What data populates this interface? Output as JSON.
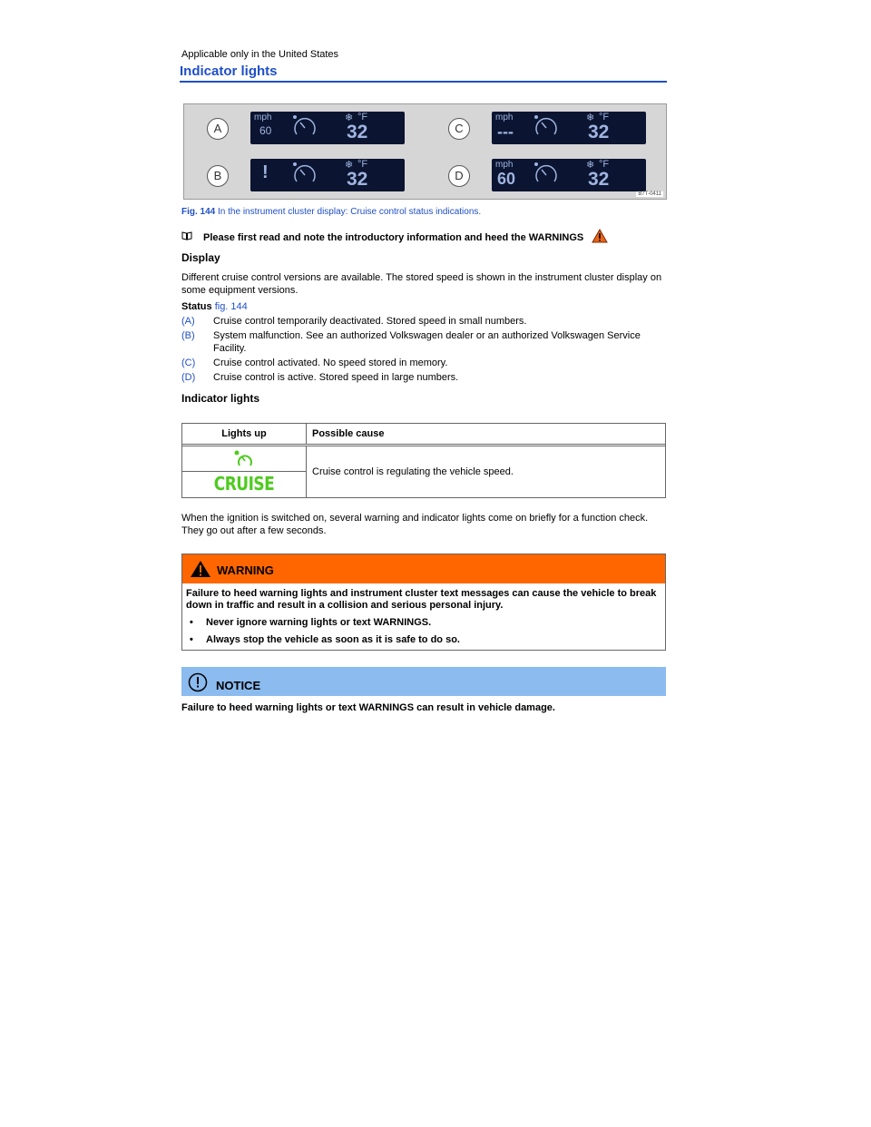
{
  "header": {
    "applicable": "Applicable only in the United States",
    "title": "Indicator lights"
  },
  "figure": {
    "id": "B7T-0411",
    "panels": [
      {
        "label": "A",
        "unit": "mph",
        "speed": "60",
        "temp_unit": "°F",
        "temp": "32"
      },
      {
        "label": "C",
        "unit": "mph",
        "speed": "---",
        "temp_unit": "°F",
        "temp": "32"
      },
      {
        "label": "B",
        "unit": "",
        "speed": "!",
        "temp_unit": "°F",
        "temp": "32"
      },
      {
        "label": "D",
        "unit": "mph",
        "speed": "60",
        "temp_unit": "°F",
        "temp": "32"
      }
    ],
    "caption_num": "Fig. 144",
    "caption_text": " In the instrument cluster display: Cruise control status indications."
  },
  "intro": "Please first read and note the introductory information and heed the WARNINGS",
  "display": {
    "heading": "Display",
    "text": "Different cruise control versions are available. The stored speed is shown in the instrument cluster display on some equipment versions."
  },
  "status": {
    "label": "Status",
    "ref": "fig. 144",
    "items": [
      {
        "key": "(A)",
        "text": "Cruise control temporarily deactivated. Stored speed in small numbers."
      },
      {
        "key": "(B)",
        "text": "System malfunction. See an authorized Volkswagen dealer or an authorized Volkswagen Service Facility."
      },
      {
        "key": "(C)",
        "text": "Cruise control activated. No speed stored in memory."
      },
      {
        "key": "(D)",
        "text": "Cruise control is active. Stored speed in large numbers."
      }
    ]
  },
  "indicator_table": {
    "heading": "Indicator lights",
    "col1": "Lights up",
    "col2": "Possible cause",
    "cruise_label": "CRUISE",
    "cause": "Cruise control is regulating the vehicle speed."
  },
  "ignition_text": "When the ignition is switched on, several warning and indicator lights come on briefly for a function check. They go out after a few seconds.",
  "warning": {
    "title": "WARNING",
    "text": "Failure to heed warning lights and instrument cluster text messages can cause the vehicle to break down in traffic and result in a collision and serious personal injury.",
    "bullets": [
      "Never ignore warning lights or text WARNINGS.",
      "Always stop the vehicle as soon as it is safe to do so."
    ],
    "color": "#ff6600"
  },
  "notice": {
    "title": "NOTICE",
    "text": "Failure to heed warning lights or text WARNINGS can result in vehicle damage.",
    "color": "#8bbbef"
  },
  "colors": {
    "link": "#1f4fc8",
    "cruise_green": "#4ecb1f"
  }
}
